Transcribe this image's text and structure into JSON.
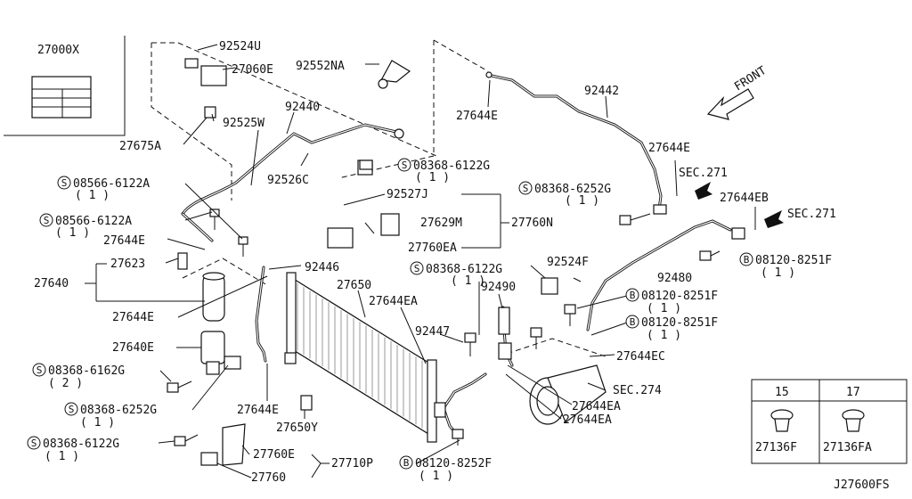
{
  "header": {
    "label_ref": "27000X"
  },
  "labels": {
    "p92524U": "92524U",
    "p27060E": "27060E",
    "p92552NA": "92552NA",
    "p92440": "92440",
    "p92525W": "92525W",
    "p27675A": "27675A",
    "p92526C": "92526C",
    "p92442": "92442",
    "p27644E_a": "27644E",
    "p27644E_b": "27644E",
    "front": "FRONT",
    "sec271_a": "SEC.271",
    "sec271_b": "SEC.271",
    "p27644EB": "27644EB",
    "p08566_a": "08566-6122A",
    "p08566_a_q": "( 1 )",
    "p08566_b": "08566-6122A",
    "p08566_b_q": "( 1 )",
    "p08368_6122G_a": "08368-6122G",
    "p08368_6122G_a_q": "( 1 )",
    "p08368_6252G_a": "08368-6252G",
    "p08368_6252G_a_q": "( 1 )",
    "p92527J": "92527J",
    "p27629M": "27629M",
    "p27760N": "27760N",
    "p27760EA": "27760EA",
    "p27644E_c": "27644E",
    "p27623": "27623",
    "p27640": "27640",
    "p92446": "92446",
    "p27644E_d": "27644E",
    "p27650": "27650",
    "p27644EA_a": "27644EA",
    "p08368_6122G_b": "08368-6122G",
    "p08368_6122G_b_q": "( 1 )",
    "p92524F": "92524F",
    "p92480": "92480",
    "p08120_8251F_a": "08120-8251F",
    "p08120_8251F_a_q": "( 1 )",
    "p92490": "92490",
    "p08120_8251F_b": "08120-8251F",
    "p08120_8251F_b_q": "( 1 )",
    "p08120_8251F_c": "08120-8251F",
    "p08120_8251F_c_q": "( 1 )",
    "p27640E": "27640E",
    "p92447": "92447",
    "p27644EC": "27644EC",
    "p08368_6162G": "08368-6162G",
    "p08368_6162G_q": "( 2 )",
    "sec274": "SEC.274",
    "p27644EA_b": "27644EA",
    "p27644EA_c": "27644EA",
    "p08368_6252G_b": "08368-6252G",
    "p08368_6252G_b_q": "( 1 )",
    "p27644E_e": "27644E",
    "p27650Y": "27650Y",
    "p08368_6122G_c": "08368-6122G",
    "p08368_6122G_c_q": "( 1 )",
    "p27760E": "27760E",
    "p27710P": "27710P",
    "p27760": "27760",
    "p08120_8252F": "08120-8252F",
    "p08120_8252F_q": "( 1 )",
    "inset_15": "15",
    "inset_17": "17",
    "inset_27136F": "27136F",
    "inset_27136FA": "27136FA",
    "drawing_no": "J27600FS",
    "mark_s": "S",
    "mark_b": "B"
  }
}
